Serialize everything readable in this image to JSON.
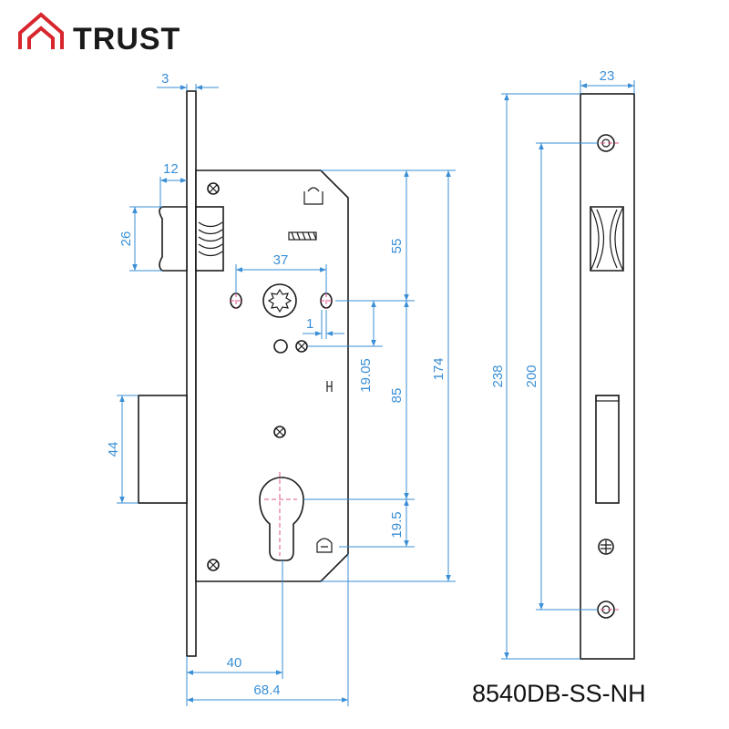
{
  "brand": {
    "name": "TRUST",
    "logo_color": "#d8262e"
  },
  "model_code": "8540DB-SS-NH",
  "colors": {
    "dimension": "#3a8fd6",
    "centerline": "#e0508a",
    "outline": "#1a1a1a"
  },
  "dimensions": {
    "faceplate_thickness": "3",
    "latch_projection": "12",
    "latch_height": "26",
    "follower_to_hole": "37",
    "top_to_follower": "55",
    "offset_small": "1",
    "follower_to_cylinder": "85",
    "follower_to_screw": "19.05",
    "body_height": "174",
    "bolt_height": "44",
    "cylinder_offset": "19.5",
    "backset": "40",
    "case_depth": "68.4",
    "faceplate_width": "23",
    "faceplate_length": "238",
    "screw_spacing": "200"
  }
}
